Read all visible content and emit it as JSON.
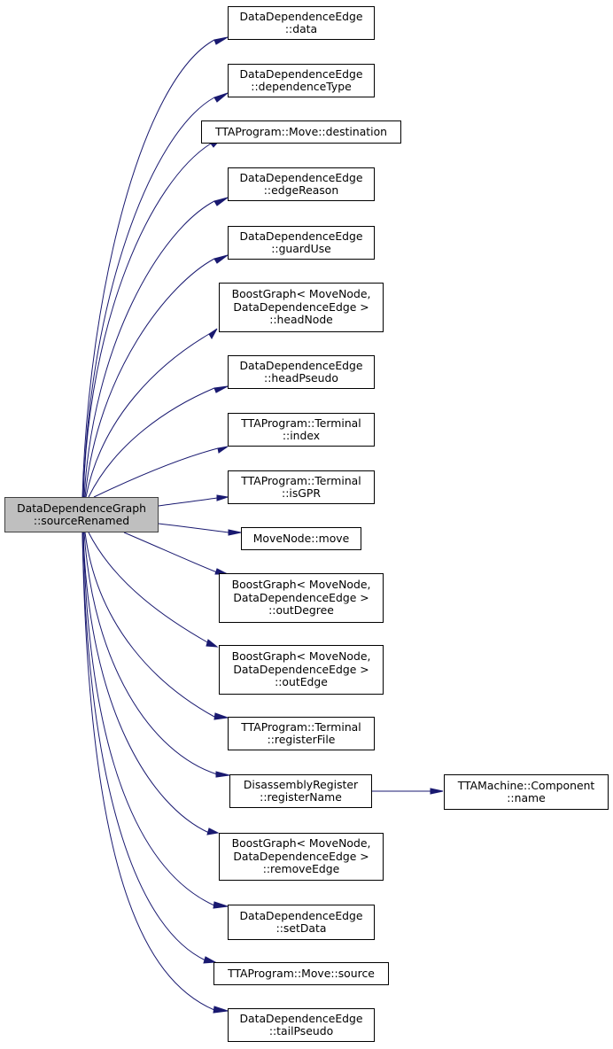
{
  "graph": {
    "root": {
      "line1": "DataDependenceGraph",
      "line2": "::sourceRenamed"
    },
    "callees": [
      {
        "lines": [
          "DataDependenceEdge",
          "::data"
        ]
      },
      {
        "lines": [
          "DataDependenceEdge",
          "::dependenceType"
        ]
      },
      {
        "lines": [
          "TTAProgram::Move::destination"
        ]
      },
      {
        "lines": [
          "DataDependenceEdge",
          "::edgeReason"
        ]
      },
      {
        "lines": [
          "DataDependenceEdge",
          "::guardUse"
        ]
      },
      {
        "lines": [
          "BoostGraph< MoveNode,",
          "DataDependenceEdge >",
          "::headNode"
        ]
      },
      {
        "lines": [
          "DataDependenceEdge",
          "::headPseudo"
        ]
      },
      {
        "lines": [
          "TTAProgram::Terminal",
          "::index"
        ]
      },
      {
        "lines": [
          "TTAProgram::Terminal",
          "::isGPR"
        ]
      },
      {
        "lines": [
          "MoveNode::move"
        ]
      },
      {
        "lines": [
          "BoostGraph< MoveNode,",
          "DataDependenceEdge >",
          "::outDegree"
        ]
      },
      {
        "lines": [
          "BoostGraph< MoveNode,",
          "DataDependenceEdge >",
          "::outEdge"
        ]
      },
      {
        "lines": [
          "TTAProgram::Terminal",
          "::registerFile"
        ]
      },
      {
        "lines": [
          "DisassemblyRegister",
          "::registerName"
        ]
      },
      {
        "lines": [
          "BoostGraph< MoveNode,",
          "DataDependenceEdge >",
          "::removeEdge"
        ]
      },
      {
        "lines": [
          "DataDependenceEdge",
          "::setData"
        ]
      },
      {
        "lines": [
          "TTAProgram::Move::source"
        ]
      },
      {
        "lines": [
          "DataDependenceEdge",
          "::tailPseudo"
        ]
      }
    ],
    "second_level": {
      "lines": [
        "TTAMachine::Component",
        "::name"
      ],
      "called_by": "DisassemblyRegister::registerName"
    },
    "colors": {
      "edge": "#191970",
      "root_fill": "#bfbfbf",
      "node_border": "#000000"
    }
  }
}
